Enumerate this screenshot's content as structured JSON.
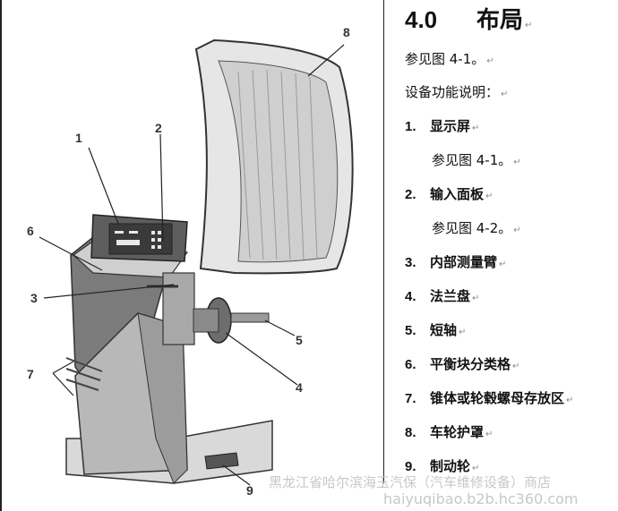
{
  "section": {
    "number": "4.0",
    "title": "布局"
  },
  "intro": {
    "see_figure": "参见图 4-1。",
    "function_desc": "设备功能说明："
  },
  "items": [
    {
      "num": "1.",
      "label": "显示屏",
      "sub": "参见图 4-1。"
    },
    {
      "num": "2.",
      "label": "输入面板",
      "sub": "参见图 4-2。"
    },
    {
      "num": "3.",
      "label": "内部测量臂"
    },
    {
      "num": "4.",
      "label": "法兰盘"
    },
    {
      "num": "5.",
      "label": "短轴"
    },
    {
      "num": "6.",
      "label": "平衡块分类格"
    },
    {
      "num": "7.",
      "label": "锥体或轮毂螺母存放区"
    },
    {
      "num": "8.",
      "label": "车轮护罩"
    },
    {
      "num": "9.",
      "label": "制动轮"
    }
  ],
  "figure": {
    "callouts": [
      "1",
      "2",
      "3",
      "4",
      "5",
      "6",
      "7",
      "8",
      "9"
    ]
  },
  "watermark": {
    "line1": "黑龙江省哈尔滨海玉汽保（汽车维修设备）商店",
    "line2": "haiyuqibao.b2b.hc360.com"
  },
  "paragraph_mark": "↵"
}
